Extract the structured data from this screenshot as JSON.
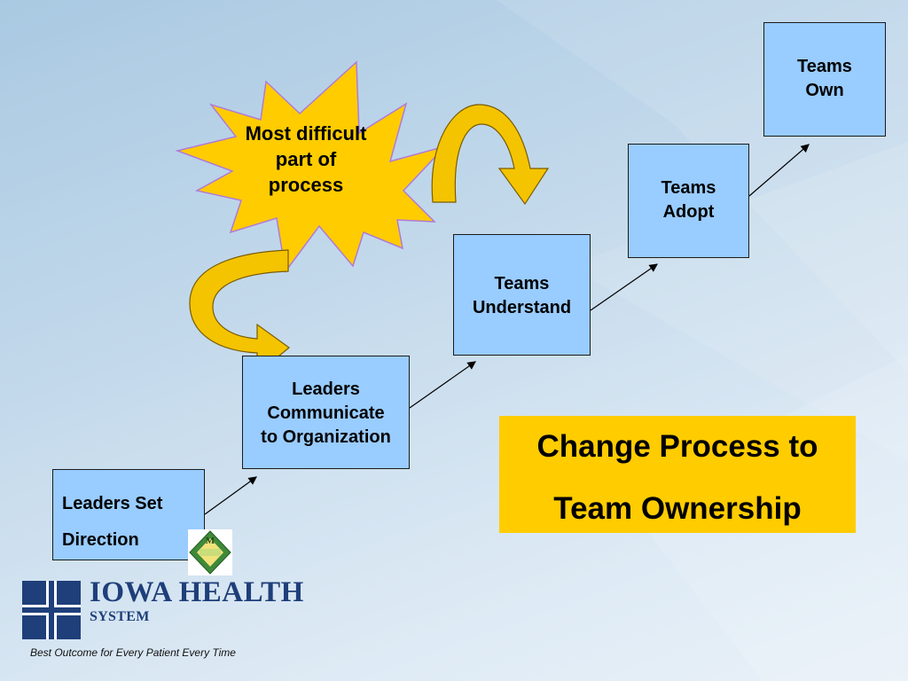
{
  "steps": [
    {
      "lines": [
        "Leaders Set",
        "Direction"
      ]
    },
    {
      "lines": [
        "Leaders",
        "Communicate",
        "to Organization"
      ]
    },
    {
      "lines": [
        "Teams",
        "Understand"
      ]
    },
    {
      "lines": [
        "Teams",
        "Adopt"
      ]
    },
    {
      "lines": [
        "Teams",
        "Own"
      ]
    }
  ],
  "burst": {
    "lines": [
      "Most difficult",
      "part of",
      "process"
    ]
  },
  "callout": {
    "lines": [
      "Change Process to",
      "Team Ownership"
    ]
  },
  "logo": {
    "name_line1": "IOWA HEALTH",
    "name_line2": "SYSTEM",
    "tagline": "Best Outcome for Every Patient Every Time",
    "badge_letter": "M"
  },
  "colors": {
    "step_fill": "#99ccff",
    "burst_fill": "#ffcc00",
    "callout_fill": "#ffcc00",
    "logo_blue": "#1f3f7a"
  }
}
